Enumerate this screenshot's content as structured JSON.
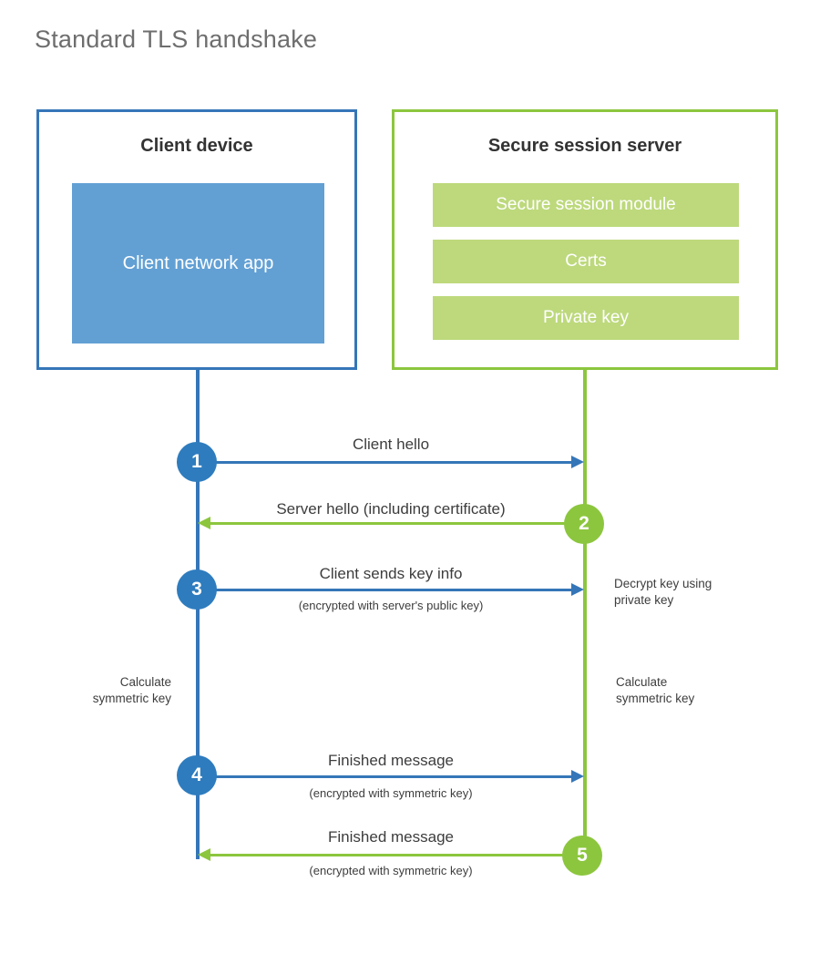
{
  "title": "Standard TLS handshake",
  "parties": {
    "client": {
      "title": "Client device",
      "app_label": "Client network app"
    },
    "server": {
      "title": "Secure session server",
      "bars": [
        {
          "label": "Secure session module"
        },
        {
          "label": "Certs"
        },
        {
          "label": "Private key"
        }
      ]
    }
  },
  "steps": [
    {
      "number": "1",
      "label": "Client hello",
      "sublabel": "",
      "direction": "client-to-server",
      "color": "#2e7cbe"
    },
    {
      "number": "2",
      "label": "Server hello (including certificate)",
      "sublabel": "",
      "direction": "server-to-client",
      "color": "#8cc63e"
    },
    {
      "number": "3",
      "label": "Client sends key info",
      "sublabel": "(encrypted with server's public key)",
      "direction": "client-to-server",
      "color": "#2e7cbe"
    },
    {
      "number": "4",
      "label": "Finished message",
      "sublabel": "(encrypted with symmetric key)",
      "direction": "client-to-server",
      "color": "#2e7cbe"
    },
    {
      "number": "5",
      "label": "Finished message",
      "sublabel": "(encrypted with symmetric key)",
      "direction": "server-to-client",
      "color": "#8cc63e"
    }
  ],
  "annotations": {
    "server_decrypt": "Decrypt key using\nprivate key",
    "client_calculate": "Calculate\nsymmetric key",
    "server_calculate": "Calculate\nsymmetric key"
  },
  "colors": {
    "client_accent": "#3576b8",
    "client_circle": "#2e7cbe",
    "client_app_fill": "#62a0d4",
    "server_accent": "#8cc63e",
    "server_bar_fill": "#bdd97c",
    "title_text": "#6e6e6e",
    "body_text": "#3d3d3d",
    "background": "#ffffff"
  }
}
